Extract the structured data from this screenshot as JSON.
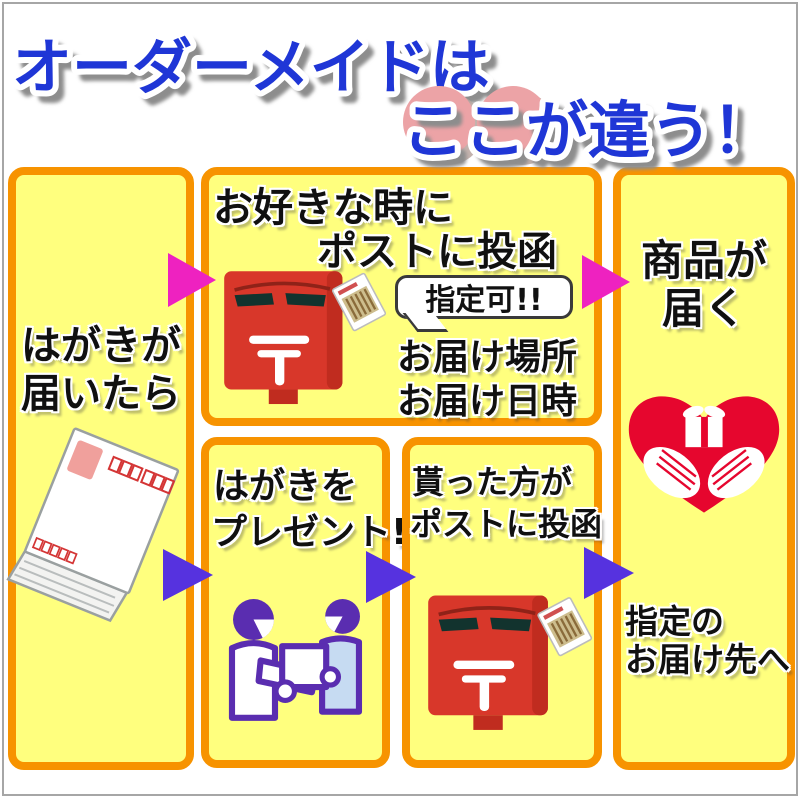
{
  "title": {
    "line1": "オーダーメイドは",
    "line2": "ここが違う！"
  },
  "panels": {
    "postcard_arrives": {
      "lines": [
        "はがきが",
        "届いたら"
      ]
    },
    "post_anytime": {
      "lines": [
        "お好きな時に",
        "ポストに投函"
      ],
      "bubble": "指定可!!",
      "options": [
        "お届け場所",
        "お届け日時"
      ]
    },
    "product_arrives": {
      "lines": [
        "商品が",
        "届く"
      ],
      "destination": [
        "指定の",
        "お届け先へ"
      ]
    },
    "gift_postcard": {
      "lines": [
        "はがきを",
        "プレゼント!!"
      ]
    },
    "recipient_posts": {
      "lines": [
        "貰った方が",
        "ポストに投函"
      ]
    }
  },
  "illustrations": {
    "postcard_stack": "postcard-stack",
    "postbox": "japanese-red-postbox",
    "postal_mark": "〒",
    "speech_bubble": "speech-bubble",
    "heart_hands_gift": "heart-hands-holding-gift",
    "gift_exchange": "people-exchanging-gift",
    "highlight_circles": "pink-emphasis-circles"
  },
  "colors": {
    "panel_fill": "#FFFF7E",
    "panel_border": "#F79300",
    "title_blue": "#1F36D6",
    "arrow_pink": "#EE22C0",
    "arrow_purple": "#5632DF",
    "highlight_circle": "#ECA3A6",
    "postbox_red": "#D8372A",
    "heart_red": "#E6062E",
    "people_purple": "#5A2DB0"
  }
}
